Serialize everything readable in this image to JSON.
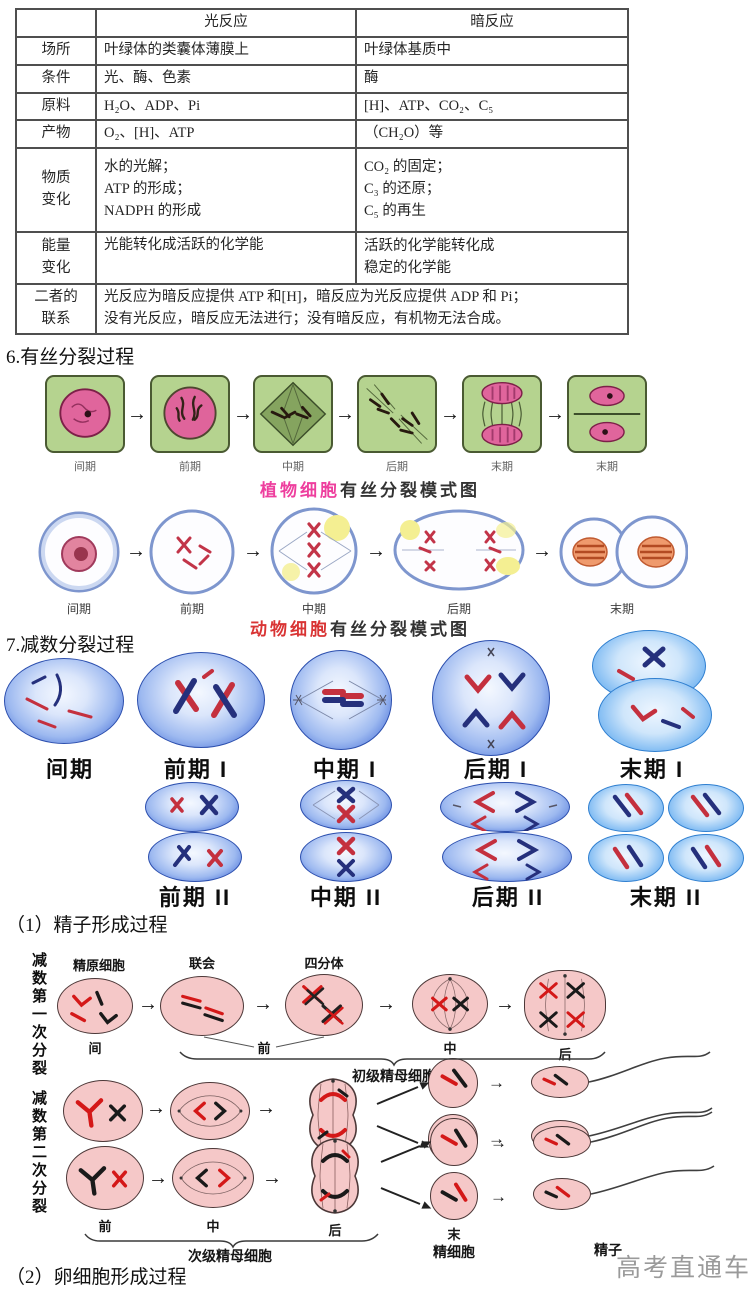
{
  "table": {
    "header": {
      "col1": "",
      "col2": "光反应",
      "col3": "暗反应"
    },
    "rows": [
      {
        "label": "场所",
        "light": "叶绿体的类囊体薄膜上",
        "dark": "叶绿体基质中"
      },
      {
        "label": "条件",
        "light": "光、酶、色素",
        "dark": "酶"
      },
      {
        "label": "原料",
        "light": "H₂O、ADP、Pi",
        "dark": "[H]、ATP、CO₂、C₅"
      },
      {
        "label": "产物",
        "light": "O₂、[H]、ATP",
        "dark": "（CH₂O）等"
      },
      {
        "label": "物质\n变化",
        "light": "水的光解；\nATP 的形成；\nNADPH 的形成",
        "dark": "CO₂ 的固定；\nC₃ 的还原；\nC₅ 的再生"
      },
      {
        "label": "能量\n变化",
        "light": "光能转化成活跃的化学能",
        "dark": "活跃的化学能转化成\n稳定的化学能"
      },
      {
        "label": "二者的\n联系",
        "span": "光反应为暗反应提供 ATP 和[H]，暗反应为光反应提供 ADP 和 Pi；\n没有光反应，暗反应无法进行；没有暗反应，有机物无法合成。"
      }
    ]
  },
  "headings": {
    "mitosis": "6.有丝分裂过程",
    "meiosis": "7.减数分裂过程",
    "sperm": "（1）精子形成过程",
    "egg": "（2）卵细胞形成过程"
  },
  "plant_mitosis": {
    "stages": [
      "间期",
      "前期",
      "中期",
      "后期",
      "末期",
      "末期"
    ],
    "caption_highlight": "植物细胞",
    "caption_rest": "有丝分裂模式图"
  },
  "animal_mitosis": {
    "stages": [
      "间期",
      "前期",
      "中期",
      "后期",
      "末期"
    ],
    "caption_highlight": "动物细胞",
    "caption_rest": "有丝分裂模式图"
  },
  "meiosis": {
    "row1": [
      "间期",
      "前期 I",
      "中期 I",
      "后期 I",
      "末期 I"
    ],
    "row2": [
      "前期 II",
      "中期 II",
      "后期 II",
      "末期 II"
    ]
  },
  "sperm_formation": {
    "division1": "减数第一次分裂",
    "division2": "减数第二次分裂",
    "spermatogonium": "精原细胞",
    "synapsis": "联会",
    "tetrad": "四分体",
    "row1_stages": [
      "间",
      "前",
      "中",
      "后"
    ],
    "primary_spermatocyte": "初级精母细胞",
    "row3_stages": [
      "前",
      "中",
      "后",
      "末"
    ],
    "secondary_spermatocyte": "次级精母细胞",
    "spermatid": "精细胞",
    "sperm": "精子"
  },
  "watermark": "高考直通车",
  "icons": {
    "arrow_right": "→"
  },
  "colors": {
    "plant_caption": "#ee3f9e",
    "animal_caption": "#d93434",
    "watermark": "#9a9a9a",
    "meiosis_cell_blue": "#4a72d8",
    "sperm_cell_pink": "#f5c8c8",
    "plant_cell_green": "#b5d38f"
  }
}
